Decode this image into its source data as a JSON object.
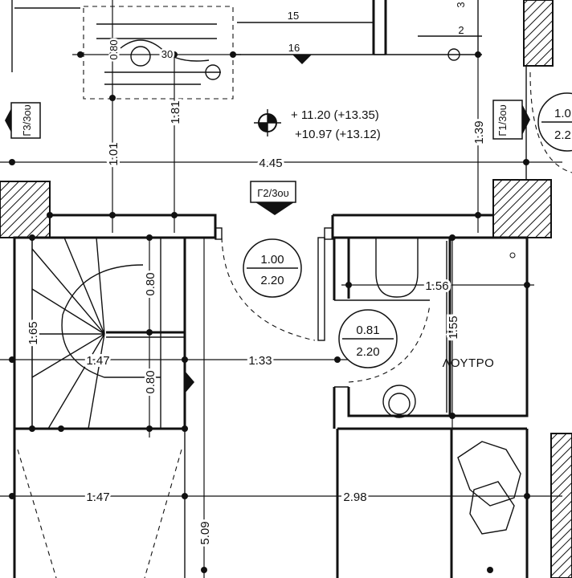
{
  "dimensions": {
    "d_445": "4.45",
    "d_101": "1.01",
    "d_181": "1.81",
    "d_139": "1.39",
    "d_080a": "0.80",
    "d_080b": "0.80",
    "d_165": "1.65",
    "d_147a": "1.47",
    "d_133": "1.33",
    "d_156": "1.56",
    "d_155": "1.55",
    "d_147b": "1.47",
    "d_298": "2.98",
    "d_509": "5.09",
    "d_080c": "0.80",
    "d_030": "30"
  },
  "levels": {
    "upper": "+ 11.20 (+13.35)",
    "lower": "+10.97 (+13.12)"
  },
  "stair_numbers": [
    "15",
    "16",
    "2",
    "3"
  ],
  "section_markers": {
    "left": "Γ3/3ου",
    "center": "Γ2/3ου",
    "right": "Γ1/3ου"
  },
  "doors": [
    {
      "width": "1.00",
      "height": "2.20"
    },
    {
      "width": "0.81",
      "height": "2.20"
    },
    {
      "width": "1.0",
      "height": "2.2"
    }
  ],
  "room_label": "ΛΟΥΤΡΟ"
}
